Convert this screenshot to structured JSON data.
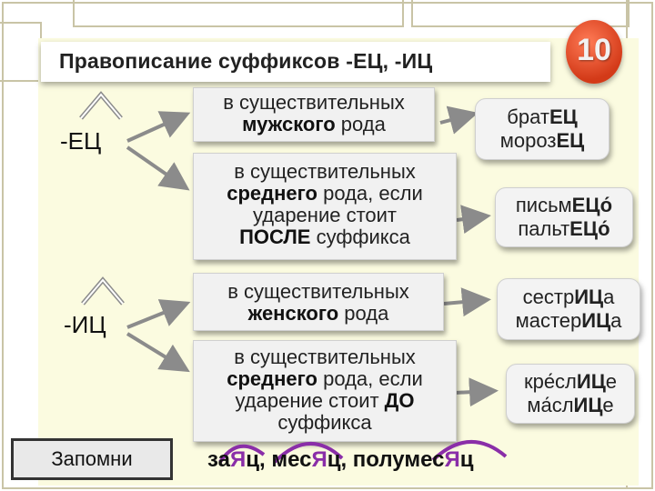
{
  "title": "Правописание суффиксов -ЕЦ, -ИЦ",
  "slide_number": "10",
  "groups": [
    {
      "suffix": "-ЕЦ",
      "rules": [
        {
          "lines": [
            [
              "в существительных"
            ],
            [
              "мужского",
              " рода"
            ]
          ]
        },
        {
          "lines": [
            [
              "в существительных"
            ],
            [
              "среднего",
              " рода, если"
            ],
            [
              "ударение стоит"
            ],
            [
              "ПОСЛЕ",
              " суффикса"
            ]
          ]
        }
      ]
    },
    {
      "suffix": "-ИЦ",
      "rules": [
        {
          "lines": [
            [
              "в существительных"
            ],
            [
              "женского",
              " рода"
            ]
          ]
        },
        {
          "lines": [
            [
              "в существительных"
            ],
            [
              "среднего",
              " рода, если"
            ],
            [
              "ударение стоит ",
              "ДО"
            ],
            [
              "суффикса"
            ]
          ]
        }
      ]
    }
  ],
  "examples": [
    {
      "lines": [
        "брат",
        "ЕЦ",
        "",
        "мороз",
        "ЕЦ",
        ""
      ]
    },
    {
      "lines": [
        "пись",
        "м",
        "ЕЦо́",
        "пальт",
        "ЕЦо́",
        ""
      ]
    },
    {
      "lines": [
        "сестр",
        "ИЦ",
        "а",
        "мастер",
        "ИЦ",
        "а"
      ]
    },
    {
      "lines": [
        "кре́сл",
        "ИЦ",
        "е",
        "ма́сл",
        "ИЦ",
        "е"
      ]
    }
  ],
  "remember_label": "Запомни",
  "remember_words": {
    "w1a": "за",
    "w1b": "Я",
    "w1c": "ц, ",
    "w2a": "мес",
    "w2b": "Я",
    "w2c": "ц, ",
    "w3a": "полумес",
    "w3b": "Я",
    "w3c": "ц"
  },
  "colors": {
    "accent": "#d33a18",
    "highlight": "#8a2ea8",
    "frame": "#c9c4a6"
  }
}
